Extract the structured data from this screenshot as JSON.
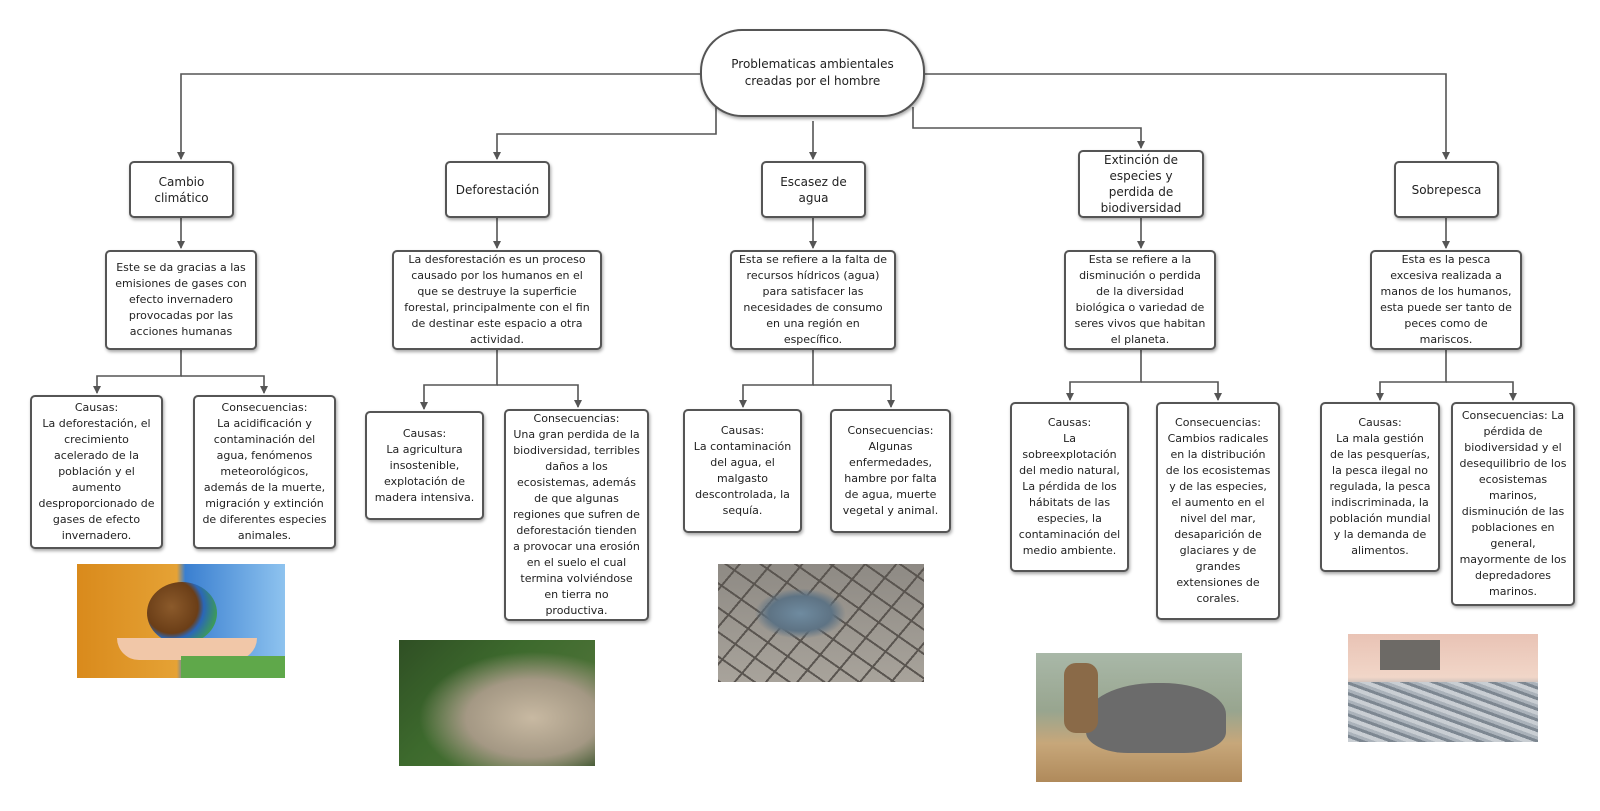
{
  "root": {
    "label": "Problematicas ambientales creadas por el hombre"
  },
  "branches": [
    {
      "title": "Cambio climático",
      "description": "Este se da gracias a las emisiones de gases con efecto invernadero provocadas por las acciones humanas",
      "causes": "Causas:\nLa deforestación, el crecimiento acelerado de la población y el aumento desproporcionado de gases de efecto invernadero.",
      "consequences": "Consecuencias:\nLa acidificación y contaminación del agua, fenómenos meteorológicos, además de la muerte, migración y extinción de diferentes especies animales.",
      "image": "earth-in-hand-photo"
    },
    {
      "title": "Deforestación",
      "description": "La desforestación es un proceso causado por los humanos en el que se destruye la superficie forestal, principalmente con el fin de destinar este espacio a otra actividad.",
      "causes": "Causas:\nLa agricultura insostenible, explotación de madera intensiva.",
      "consequences": "Consecuencias:\nUna gran perdida de la biodiversidad, terribles daños a los ecosistemas, además de que algunas regiones que sufren de deforestación tienden a provocar una erosión en el suelo el cual termina volviéndose en tierra no productiva.",
      "image": "cleared-forest-photo"
    },
    {
      "title": "Escasez de agua",
      "description": "Esta se refiere a la falta de recursos hídricos (agua) para satisfacer las necesidades de consumo en una región en específico.",
      "causes": "Causas:\nLa contaminación del agua, el malgasto descontrolada, la sequía.",
      "consequences": "Consecuencias:\nAlgunas enfermedades, hambre por falta de agua, muerte vegetal y animal.",
      "image": "cracked-dry-ground-photo"
    },
    {
      "title": "Extinción de especies y perdida de biodiversidad",
      "description": "Esta se refiere a la disminución o perdida de la diversidad biológica o variedad de seres vivos que habitan el planeta.",
      "causes": "Causas:\nLa sobreexplotación del medio natural, La pérdida de los hábitats de las especies, la contaminación del medio ambiente.",
      "consequences": "Consecuencias:\nCambios radicales en la distribución de los ecosistemas y de las especies, el aumento en el nivel del mar, desaparición de glaciares y de grandes extensiones de corales.",
      "image": "rhino-photo"
    },
    {
      "title": "Sobrepesca",
      "description": "Esta es la pesca excesiva realizada a manos de los humanos, esta puede ser tanto de peces como de mariscos.",
      "causes": "Causas:\nLa mala gestión de las pesquerías, la pesca ilegal no regulada, la pesca indiscriminada, la población mundial y la demanda de alimentos.",
      "consequences": "Consecuencias: La pérdida de biodiversidad y el desequilibrio de los ecosistemas marinos, disminución de las poblaciones en general, mayormente de los depredadores marinos.",
      "image": "fishing-boat-photo"
    }
  ],
  "colors": {
    "border": "#555555",
    "line": "#555555",
    "background": "#ffffff"
  }
}
